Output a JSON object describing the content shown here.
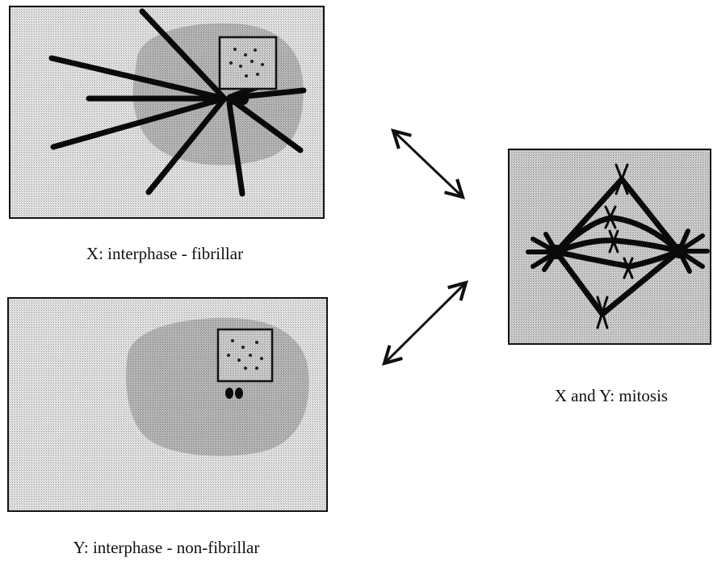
{
  "panels": {
    "x": {
      "caption": "X: interphase - fibrillar"
    },
    "y": {
      "caption": "Y: interphase - non-fibrillar"
    },
    "mitosis": {
      "caption": "X and Y: mitosis"
    }
  },
  "colors": {
    "panel_background": "#d9d9d9",
    "cytoplasm_shading": "#a8a8a8",
    "fibers": "#0a0a0a",
    "nucleus_border": "#111111",
    "arrow": "#111111"
  },
  "icons": {
    "transition_arrows": "double-headed-arrow"
  }
}
